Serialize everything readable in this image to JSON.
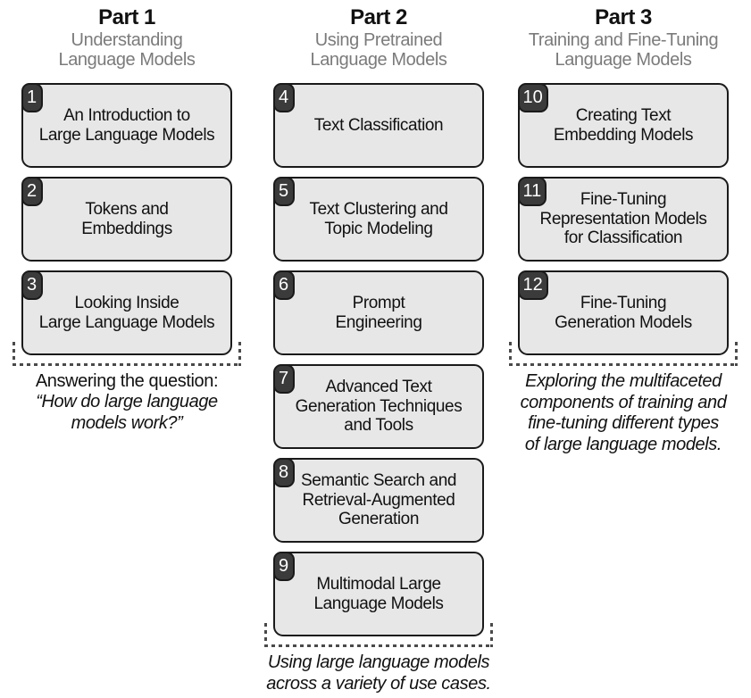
{
  "colors": {
    "box_fill": "#e7e7e7",
    "box_border": "#1a1a1a",
    "badge_fill": "#3b3b3b",
    "badge_text": "#ffffff",
    "subtitle_gray": "#7b7b7b",
    "dash_gray": "#4a4a4a",
    "background": "#ffffff"
  },
  "parts": [
    {
      "title": "Part 1",
      "subtitle": "Understanding\nLanguage Models",
      "chapters": [
        {
          "number": "1",
          "title": "An Introduction to\nLarge Language Models"
        },
        {
          "number": "2",
          "title": "Tokens and\nEmbeddings"
        },
        {
          "number": "3",
          "title": "Looking Inside\nLarge Language Models"
        }
      ],
      "caption_lead": "Answering the question:",
      "caption": "“How do large language\nmodels work?”"
    },
    {
      "title": "Part 2",
      "subtitle": "Using Pretrained\nLanguage Models",
      "chapters": [
        {
          "number": "4",
          "title": "Text Classification"
        },
        {
          "number": "5",
          "title": "Text Clustering and\nTopic Modeling"
        },
        {
          "number": "6",
          "title": "Prompt\nEngineering"
        },
        {
          "number": "7",
          "title": "Advanced Text\nGeneration Techniques\nand Tools"
        },
        {
          "number": "8",
          "title": "Semantic Search and\nRetrieval-Augmented\nGeneration"
        },
        {
          "number": "9",
          "title": "Multimodal Large\nLanguage Models"
        }
      ],
      "caption": "Using large language models\nacross a variety of use cases."
    },
    {
      "title": "Part 3",
      "subtitle": "Training and Fine-Tuning\nLanguage Models",
      "chapters": [
        {
          "number": "10",
          "title": "Creating Text\nEmbedding Models"
        },
        {
          "number": "11",
          "title": "Fine-Tuning\nRepresentation Models\nfor Classification"
        },
        {
          "number": "12",
          "title": "Fine-Tuning\nGeneration Models"
        }
      ],
      "caption": "Exploring the multifaceted\ncomponents of training and\nfine-tuning different types\nof large language models."
    }
  ]
}
